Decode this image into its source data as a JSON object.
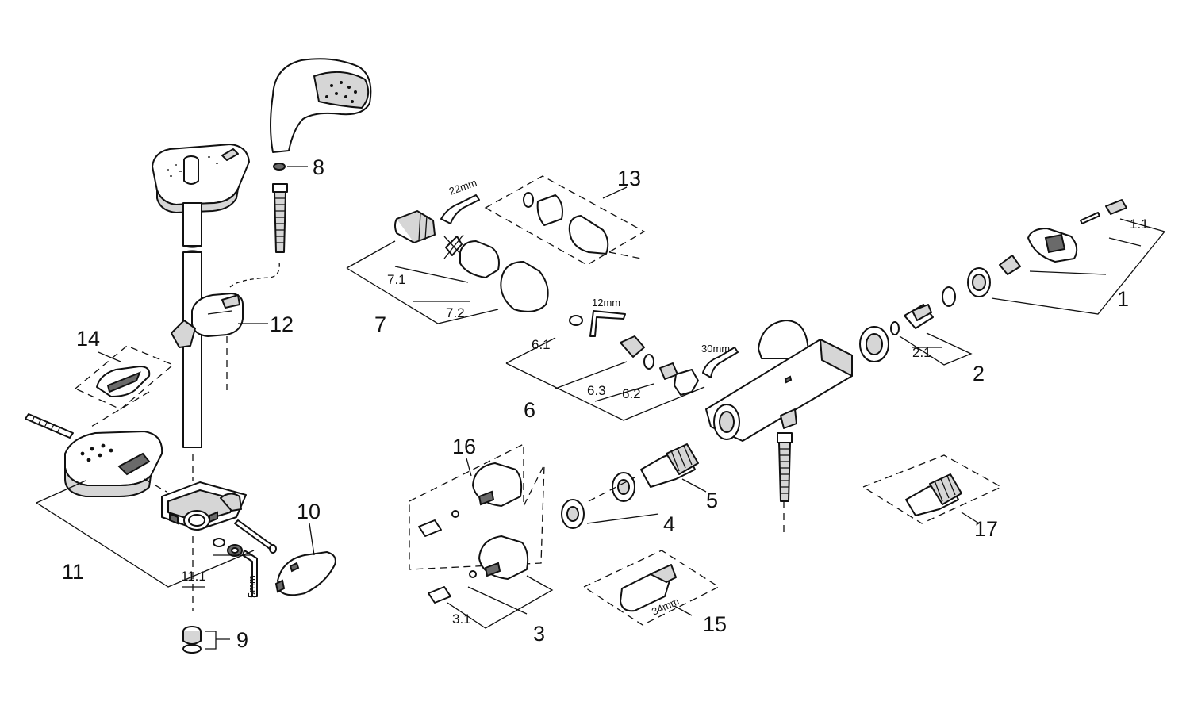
{
  "labels": {
    "l1": "1",
    "l1_1": "1.1",
    "l2": "2",
    "l2_1": "2.1",
    "l3": "3",
    "l3_1": "3.1",
    "l4": "4",
    "l5": "5",
    "l6": "6",
    "l6_1": "6.1",
    "l6_2": "6.2",
    "l6_3": "6.3",
    "l7": "7",
    "l7_1": "7.1",
    "l7_2": "7.2",
    "l8": "8",
    "l9": "9",
    "l10": "10",
    "l11": "11",
    "l11_1": "11.1",
    "l12": "12",
    "l13": "13",
    "l14": "14",
    "l15": "15",
    "l16": "16",
    "l17": "17"
  },
  "tools": {
    "t22": "22mm",
    "t12": "12mm",
    "t30": "30mm",
    "t34": "34mm",
    "t5": "5mm"
  }
}
